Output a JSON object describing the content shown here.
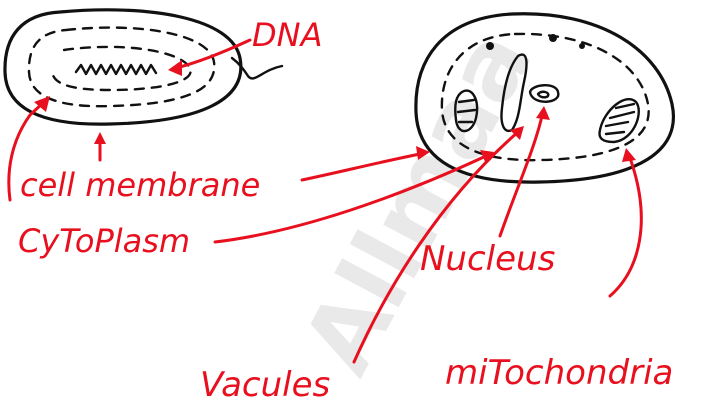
{
  "labels": {
    "dna": "DNA",
    "cell_membrane": "cell membrane",
    "cytoplasm": "CyToPlasm",
    "nucleus": "Nucleus",
    "vacules": "Vacules",
    "mitochondria": "miTochondria"
  },
  "watermark": "Allmaa",
  "colors": {
    "ink": "#111111",
    "annotation": "#e8101e"
  }
}
